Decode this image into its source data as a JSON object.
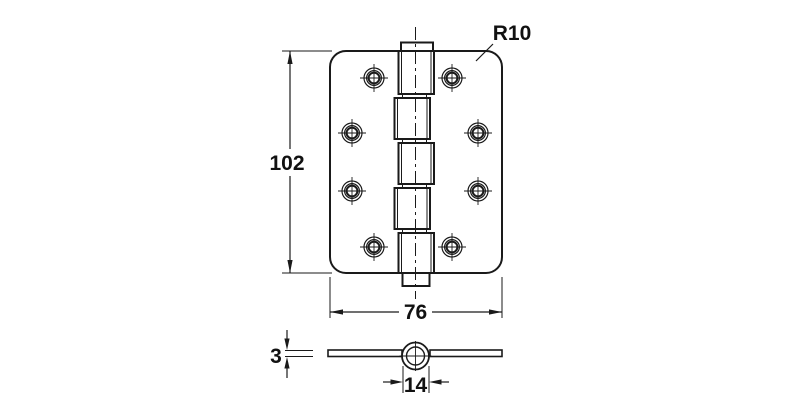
{
  "drawing": {
    "labels": {
      "height": "102",
      "width": "76",
      "corner_radius": "R10",
      "thickness": "3",
      "knuckle_diameter": "14"
    },
    "colors": {
      "line": "#1a1a1a",
      "text": "#111111",
      "background": "#ffffff"
    }
  }
}
